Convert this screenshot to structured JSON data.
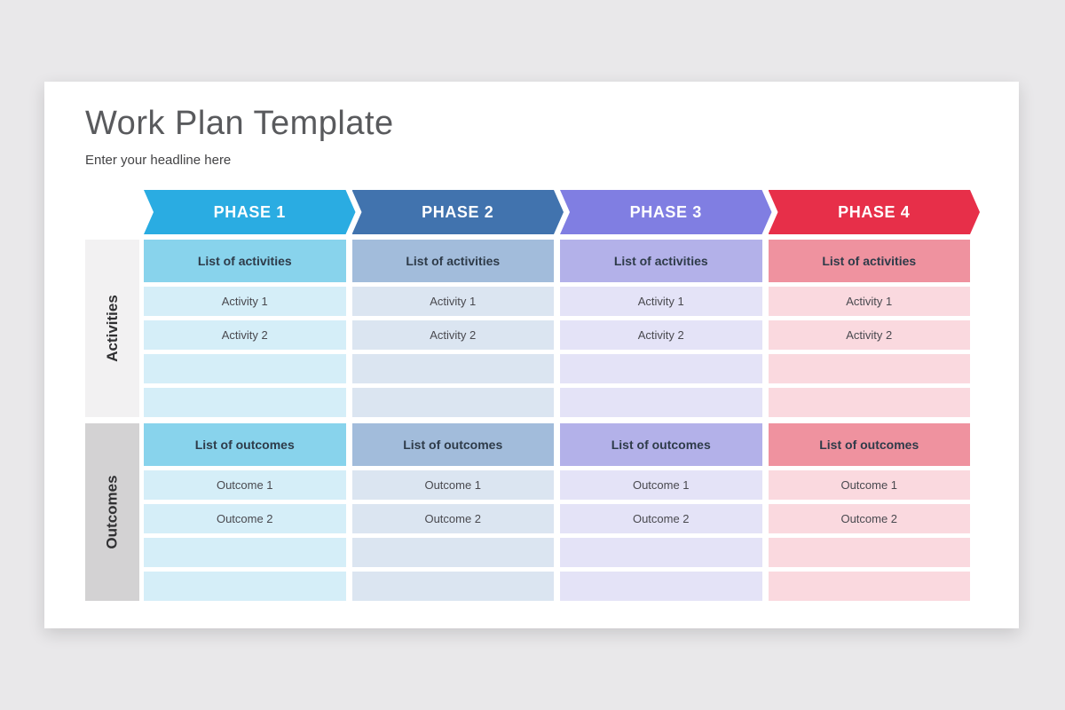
{
  "page": {
    "title": "Work Plan Template",
    "subtitle": "Enter your headline here"
  },
  "colors": {
    "canvas_bg": "#e9e8ea",
    "card_bg": "#ffffff"
  },
  "phases": [
    {
      "label": "PHASE 1",
      "arrow_color": "#2aace2",
      "header_bg": "#88d3ec",
      "row_bg": "#d5eef8"
    },
    {
      "label": "PHASE 2",
      "arrow_color": "#4173ae",
      "header_bg": "#a2bcdb",
      "row_bg": "#dbe5f1"
    },
    {
      "label": "PHASE 3",
      "arrow_color": "#807ee2",
      "header_bg": "#b3b1e9",
      "row_bg": "#e4e3f7"
    },
    {
      "label": "PHASE 4",
      "arrow_color": "#e72f49",
      "header_bg": "#ef929f",
      "row_bg": "#fad9df"
    }
  ],
  "sections": [
    {
      "side_label": "Activities",
      "side_bg": "#f2f1f2",
      "header_label": "List of activities",
      "rows": [
        "Activity 1",
        "Activity 2",
        "",
        ""
      ]
    },
    {
      "side_label": "Outcomes",
      "side_bg": "#d3d2d3",
      "header_label": "List of outcomes",
      "rows": [
        "Outcome 1",
        "Outcome 2",
        "",
        ""
      ]
    }
  ]
}
